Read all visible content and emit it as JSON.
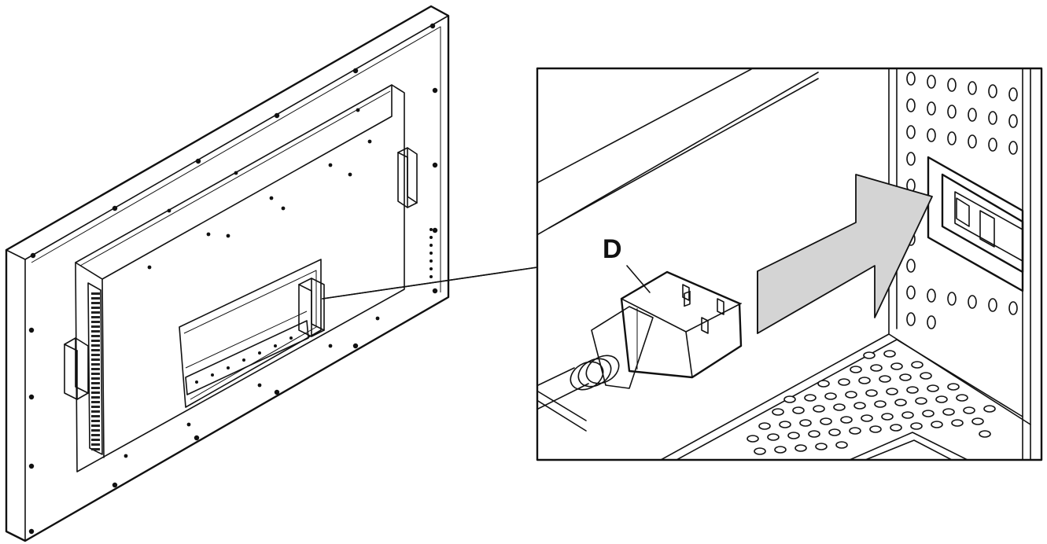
{
  "diagram": {
    "callout_label": "D",
    "main_view": "monitor-rear-view",
    "detail_view": "power-inlet-detail",
    "arrow_color": "#d4d4d4",
    "line_color": "#111111"
  }
}
